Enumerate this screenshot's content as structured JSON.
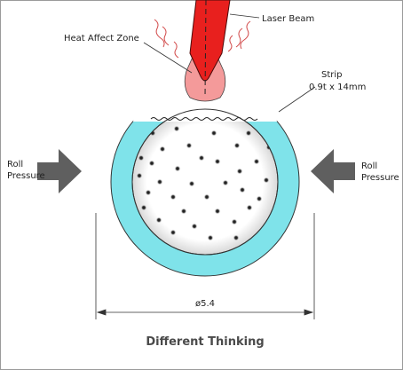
{
  "labels": {
    "laser_beam": "Laser Beam",
    "heat_affect_zone": "Heat Affect Zone",
    "strip_line1": "Strip",
    "strip_line2": "0.9t x 14mm",
    "roll_left_line1": "Roll",
    "roll_left_line2": "Pressure",
    "roll_right_line1": "Roll",
    "roll_right_line2": "Pressure",
    "diameter": "ø5.4",
    "caption": "Different Thinking"
  },
  "colors": {
    "strip": "#7fe3ea",
    "laser": "#e8201e",
    "heat_zone": "#f49a9a",
    "arrow": "#5f5f5f",
    "heat_waves": "#d24a4a"
  },
  "icons": {
    "roll_arrow_left": "arrow-right-icon",
    "roll_arrow_right": "arrow-left-icon"
  }
}
